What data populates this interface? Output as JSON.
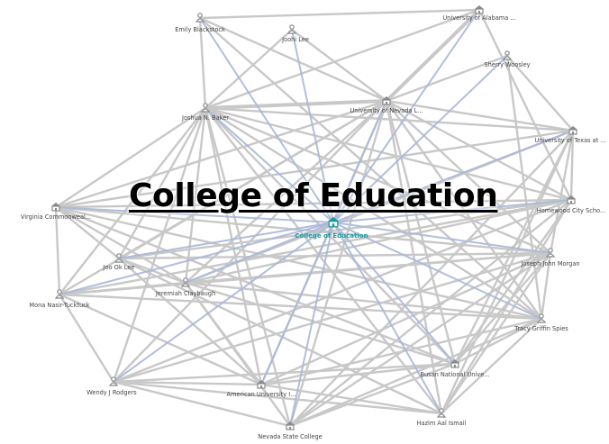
{
  "title_overlay": "College of Education",
  "colors": {
    "edge": "#c8c8c8",
    "edge_focus": "#a9b7d9",
    "node": "#8a8a8a",
    "center": "#1a9a9a",
    "label": "#444444"
  },
  "center": {
    "id": "coe",
    "label": "College of Education",
    "icon": "building-icon"
  },
  "nodes": [
    {
      "id": "emily",
      "label": "Emily Blackstock",
      "type": "person"
    },
    {
      "id": "joohi",
      "label": "Joohi Lee",
      "type": "person"
    },
    {
      "id": "alabama",
      "label": "University of Alabama ...",
      "type": "institution"
    },
    {
      "id": "sherry",
      "label": "Sherry Woosley",
      "type": "person"
    },
    {
      "id": "joshua",
      "label": "Joshua N. Baker",
      "type": "person"
    },
    {
      "id": "nevada",
      "label": "University of Nevada L...",
      "type": "institution"
    },
    {
      "id": "texas",
      "label": "University of Texas at ...",
      "type": "institution"
    },
    {
      "id": "homewood",
      "label": "Homewood City Scho...",
      "type": "institution"
    },
    {
      "id": "virginia",
      "label": "Virginia Commonweal...",
      "type": "institution"
    },
    {
      "id": "joook",
      "label": "Joo Ok Lee",
      "type": "person"
    },
    {
      "id": "joseph",
      "label": "Joseph John Morgan",
      "type": "person"
    },
    {
      "id": "jeremiah",
      "label": "Jeremiah Claybaugh",
      "type": "person"
    },
    {
      "id": "mona",
      "label": "Mona Nasir-Tucktuck",
      "type": "person"
    },
    {
      "id": "tracy",
      "label": "Tracy Griffin Spies",
      "type": "person"
    },
    {
      "id": "busan",
      "label": "Busan National Unive...",
      "type": "institution"
    },
    {
      "id": "wendy",
      "label": "Wendy J Rodgers",
      "type": "person"
    },
    {
      "id": "american",
      "label": "American University I...",
      "type": "institution"
    },
    {
      "id": "hazim",
      "label": "Hazim Aal Ismail",
      "type": "person"
    },
    {
      "id": "nsc",
      "label": "Nevada State College",
      "type": "institution"
    }
  ],
  "edges": [
    [
      "emily",
      "alabama"
    ],
    [
      "emily",
      "joshua"
    ],
    [
      "emily",
      "nevada"
    ],
    [
      "joohi",
      "joshua"
    ],
    [
      "joohi",
      "nevada"
    ],
    [
      "alabama",
      "joshua"
    ],
    [
      "alabama",
      "homewood"
    ],
    [
      "alabama",
      "nevada"
    ],
    [
      "joshua",
      "nevada"
    ],
    [
      "joshua",
      "virginia"
    ],
    [
      "joshua",
      "joook"
    ],
    [
      "joshua",
      "texas"
    ],
    [
      "joshua",
      "homewood"
    ],
    [
      "joshua",
      "joseph"
    ],
    [
      "joshua",
      "tracy"
    ],
    [
      "joshua",
      "busan"
    ],
    [
      "joshua",
      "american"
    ],
    [
      "joshua",
      "hazim"
    ],
    [
      "joshua",
      "nsc"
    ],
    [
      "joshua",
      "wendy"
    ],
    [
      "joshua",
      "jeremiah"
    ],
    [
      "joshua",
      "mona"
    ],
    [
      "nevada",
      "virginia"
    ],
    [
      "nevada",
      "joook"
    ],
    [
      "nevada",
      "jeremiah"
    ],
    [
      "nevada",
      "mona"
    ],
    [
      "nevada",
      "wendy"
    ],
    [
      "nevada",
      "american"
    ],
    [
      "nevada",
      "nsc"
    ],
    [
      "nevada",
      "busan"
    ],
    [
      "nevada",
      "hazim"
    ],
    [
      "nevada",
      "tracy"
    ],
    [
      "nevada",
      "joseph"
    ],
    [
      "nevada",
      "homewood"
    ],
    [
      "nevada",
      "texas"
    ],
    [
      "virginia",
      "joook"
    ],
    [
      "virginia",
      "jeremiah"
    ],
    [
      "virginia",
      "mona"
    ],
    [
      "virginia",
      "homewood"
    ],
    [
      "virginia",
      "texas"
    ],
    [
      "virginia",
      "joseph"
    ],
    [
      "virginia",
      "busan"
    ],
    [
      "virginia",
      "tracy"
    ],
    [
      "joook",
      "joseph"
    ],
    [
      "joook",
      "homewood"
    ],
    [
      "joook",
      "jeremiah"
    ],
    [
      "joook",
      "american"
    ],
    [
      "joook",
      "hazim"
    ],
    [
      "mona",
      "joseph"
    ],
    [
      "mona",
      "tracy"
    ],
    [
      "mona",
      "jeremiah"
    ],
    [
      "mona",
      "homewood"
    ],
    [
      "mona",
      "wendy"
    ],
    [
      "mona",
      "american"
    ],
    [
      "jeremiah",
      "texas"
    ],
    [
      "jeremiah",
      "joseph"
    ],
    [
      "jeremiah",
      "homewood"
    ],
    [
      "jeremiah",
      "tracy"
    ],
    [
      "jeremiah",
      "busan"
    ],
    [
      "jeremiah",
      "american"
    ],
    [
      "jeremiah",
      "nsc"
    ],
    [
      "wendy",
      "american"
    ],
    [
      "wendy",
      "nsc"
    ],
    [
      "wendy",
      "hazim"
    ],
    [
      "wendy",
      "joseph"
    ],
    [
      "wendy",
      "homewood"
    ],
    [
      "wendy",
      "busan"
    ],
    [
      "american",
      "busan"
    ],
    [
      "american",
      "joseph"
    ],
    [
      "american",
      "hazim"
    ],
    [
      "american",
      "tracy"
    ],
    [
      "nsc",
      "joseph"
    ],
    [
      "nsc",
      "busan"
    ],
    [
      "nsc",
      "homewood"
    ],
    [
      "nsc",
      "texas"
    ],
    [
      "nsc",
      "tracy"
    ],
    [
      "busan",
      "homewood"
    ],
    [
      "busan",
      "joseph"
    ],
    [
      "busan",
      "tracy"
    ],
    [
      "hazim",
      "joseph"
    ],
    [
      "hazim",
      "texas"
    ],
    [
      "hazim",
      "homewood"
    ],
    [
      "hazim",
      "tracy"
    ],
    [
      "joseph",
      "tracy"
    ],
    [
      "joseph",
      "texas"
    ],
    [
      "homewood",
      "texas"
    ],
    [
      "sherry",
      "nevada"
    ],
    [
      "sherry",
      "texas"
    ],
    [
      "sherry",
      "tracy"
    ],
    [
      "texas",
      "busan"
    ],
    [
      "emily",
      "tracy"
    ]
  ],
  "focus_edges": [
    "emily",
    "joohi",
    "alabama",
    "sherry",
    "joshua",
    "nevada",
    "texas",
    "homewood",
    "virginia",
    "joook",
    "joseph",
    "jeremiah",
    "mona",
    "busan",
    "wendy",
    "american",
    "hazim",
    "nsc",
    "tracy"
  ]
}
